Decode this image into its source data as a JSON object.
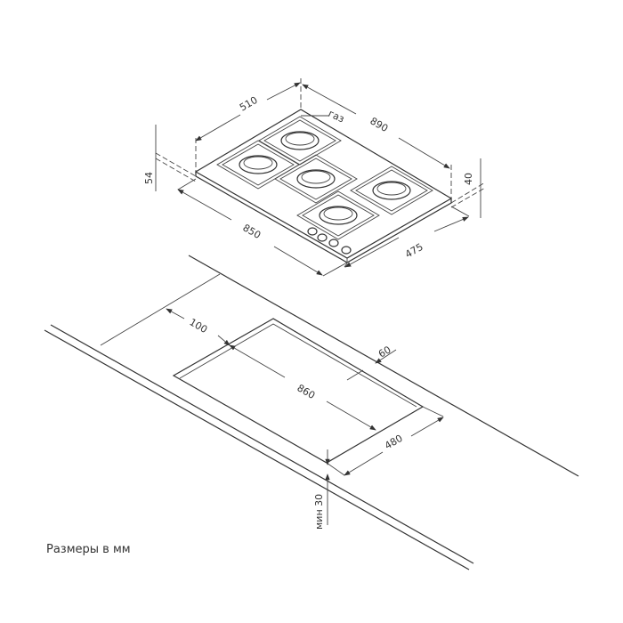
{
  "hob_dimensions": {
    "depth": "510",
    "width": "890",
    "cutout_width_outer": "850",
    "cutout_depth_outer": "475",
    "height_total": "54",
    "height_body": "40",
    "gas_label": "газ"
  },
  "cutout_dimensions": {
    "front_offset": "100",
    "back_offset": "60",
    "width": "860",
    "depth": "480",
    "min_thickness": "мин 30"
  },
  "caption": "Размеры в мм"
}
